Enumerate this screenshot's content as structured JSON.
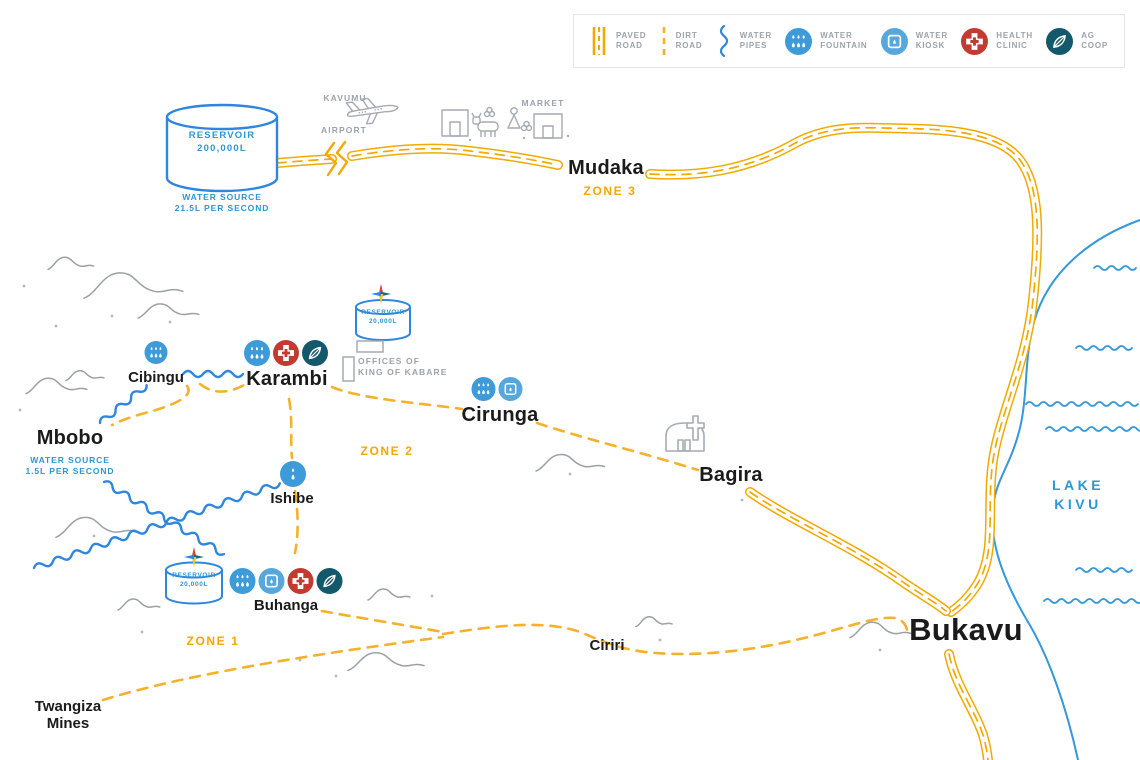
{
  "legend": {
    "items": [
      {
        "line1": "PAVED",
        "line2": "ROAD"
      },
      {
        "line1": "DIRT",
        "line2": "ROAD"
      },
      {
        "line1": "WATER",
        "line2": "PIPES"
      },
      {
        "line1": "WATER",
        "line2": "FOUNTAIN"
      },
      {
        "line1": "WATER",
        "line2": "KIOSK"
      },
      {
        "line1": "HEALTH",
        "line2": "CLINIC"
      },
      {
        "line1": "AG",
        "line2": "COOP"
      }
    ]
  },
  "reservoirs": {
    "main": {
      "line1": "RESERVOIR",
      "line2": "200,000L",
      "src1": "WATER SOURCE",
      "src2": "21.5L PER SECOND"
    },
    "karambi": {
      "line1": "RESERVOIR",
      "line2": "20,000L"
    },
    "buhanga": {
      "line1": "RESERVOIR",
      "line2": "20,000L"
    }
  },
  "towns": {
    "mudaka": {
      "name": "Mudaka"
    },
    "cibingu": {
      "name": "Cibingu"
    },
    "karambi": {
      "name": "Karambi"
    },
    "cirunga": {
      "name": "Cirunga"
    },
    "ishibe": {
      "name": "Ishibe"
    },
    "buhanga": {
      "name": "Buhanga"
    },
    "bagira": {
      "name": "Bagira"
    },
    "ciriri": {
      "name": "Ciriri"
    },
    "bukavu": {
      "name": "Bukavu"
    },
    "mbobo": {
      "name": "Mbobo",
      "src1": "WATER SOURCE",
      "src2": "1.5L PER SECOND"
    }
  },
  "zones": {
    "z1": "ZONE 1",
    "z2": "ZONE 2",
    "z3": "ZONE 3"
  },
  "landmarks": {
    "airport": {
      "line1": "KAVUMU",
      "line2": "AIRPORT"
    },
    "market": {
      "label": "MARKET"
    },
    "offices": {
      "line1": "OFFICES OF",
      "line2": "KING OF KABARE"
    },
    "mines": {
      "line1": "Twangiza",
      "line2": "Mines"
    },
    "lake": {
      "line1": "LAKE",
      "line2": "KIVU"
    }
  },
  "colors": {
    "paved_road": "#F2A900",
    "dirt_road": "#F5B12B",
    "water_pipe": "#2E86DE",
    "lake": "#3498DB",
    "water_fountain": "#3D9BD9",
    "water_kiosk": "#57A7DD",
    "health_clinic": "#C23B32",
    "ag_coop": "#14586B",
    "zone_label": "#F5A800",
    "water_text": "#2B97D3",
    "map_gray": "#9AA0A6"
  }
}
